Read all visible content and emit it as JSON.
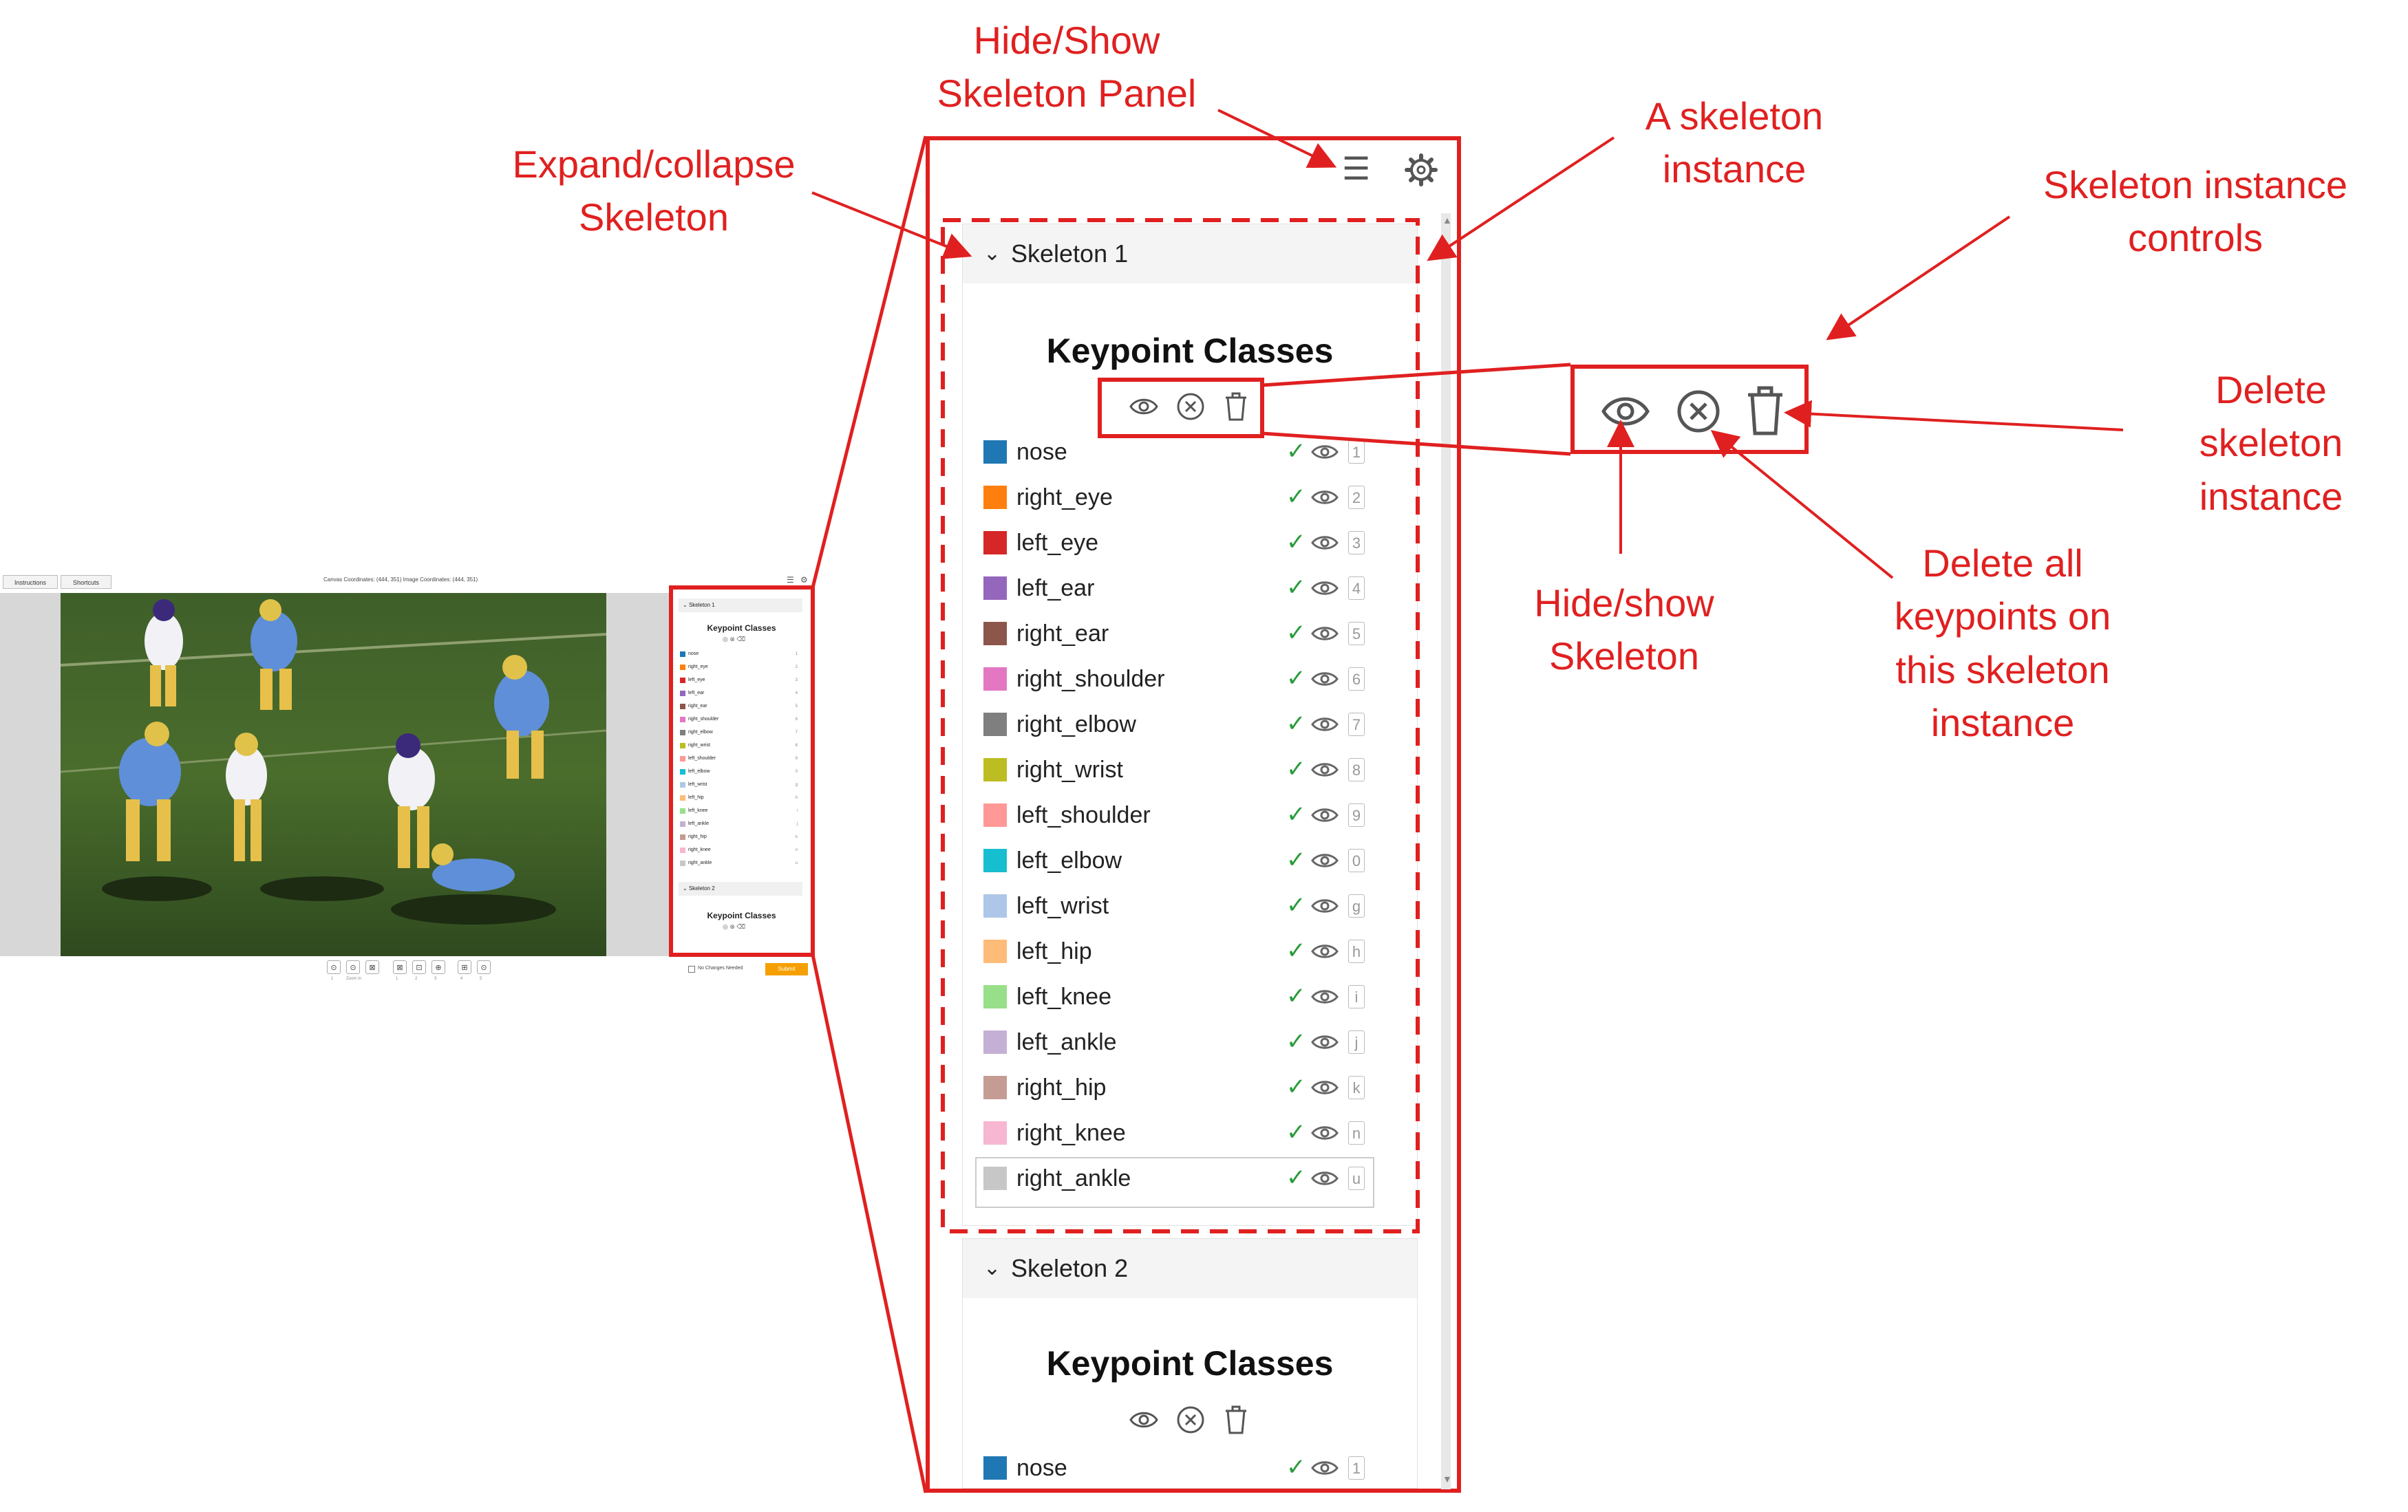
{
  "mini_ui": {
    "tabs": [
      "Instructions",
      "Shortcuts"
    ],
    "coords_text": "Canvas Coordinates: (444, 351) Image Coordinates: (444, 351)",
    "skeleton_1_label": "Skeleton 1",
    "skeleton_2_label": "Skeleton 2",
    "keypoint_classes_title": "Keypoint Classes",
    "no_changes_label": "No Changes Needed",
    "submit_label": "Submit",
    "toolbar_labels": [
      "1",
      "Zoom In",
      "1",
      "2",
      "3",
      "4",
      "5",
      "6"
    ]
  },
  "panel": {
    "menu_icon": "menu-icon",
    "settings_icon": "gear-icon",
    "skeletons": [
      {
        "label": "Skeleton 1",
        "keypoint_classes_title": "Keypoint Classes"
      },
      {
        "label": "Skeleton 2",
        "keypoint_classes_title": "Keypoint Classes"
      }
    ],
    "keypoints": [
      {
        "name": "nose",
        "color": "#1f77b4",
        "key": "1"
      },
      {
        "name": "right_eye",
        "color": "#ff7f0e",
        "key": "2"
      },
      {
        "name": "left_eye",
        "color": "#d62728",
        "key": "3"
      },
      {
        "name": "left_ear",
        "color": "#9467bd",
        "key": "4"
      },
      {
        "name": "right_ear",
        "color": "#8c564b",
        "key": "5"
      },
      {
        "name": "right_shoulder",
        "color": "#e377c2",
        "key": "6"
      },
      {
        "name": "right_elbow",
        "color": "#7f7f7f",
        "key": "7"
      },
      {
        "name": "right_wrist",
        "color": "#bcbd22",
        "key": "8"
      },
      {
        "name": "left_shoulder",
        "color": "#ff9896",
        "key": "9"
      },
      {
        "name": "left_elbow",
        "color": "#17becf",
        "key": "0"
      },
      {
        "name": "left_wrist",
        "color": "#aec7e8",
        "key": "g"
      },
      {
        "name": "left_hip",
        "color": "#ffbb78",
        "key": "h"
      },
      {
        "name": "left_knee",
        "color": "#98df8a",
        "key": "i"
      },
      {
        "name": "left_ankle",
        "color": "#c5b0d5",
        "key": "j"
      },
      {
        "name": "right_hip",
        "color": "#c49c94",
        "key": "k"
      },
      {
        "name": "right_knee",
        "color": "#f7b6d2",
        "key": "n"
      },
      {
        "name": "right_ankle",
        "color": "#c7c7c7",
        "key": "u"
      }
    ],
    "check_mark": "✓"
  },
  "annotations": {
    "hide_show_panel": [
      "Hide/Show",
      "Skeleton Panel"
    ],
    "expand_collapse": [
      "Expand/collapse",
      "Skeleton"
    ],
    "skeleton_instance": [
      "A skeleton",
      "instance"
    ],
    "instance_controls": [
      "Skeleton instance",
      "controls"
    ],
    "delete_instance": [
      "Delete",
      "skeleton",
      "instance"
    ],
    "hide_show_skeleton": [
      "Hide/show",
      "Skeleton"
    ],
    "delete_all_keypoints": [
      "Delete all",
      "keypoints on",
      "this skeleton",
      "instance"
    ]
  },
  "colors": {
    "annotation": "#e02020",
    "submit": "#f5a000",
    "check": "#2a9b3a"
  }
}
